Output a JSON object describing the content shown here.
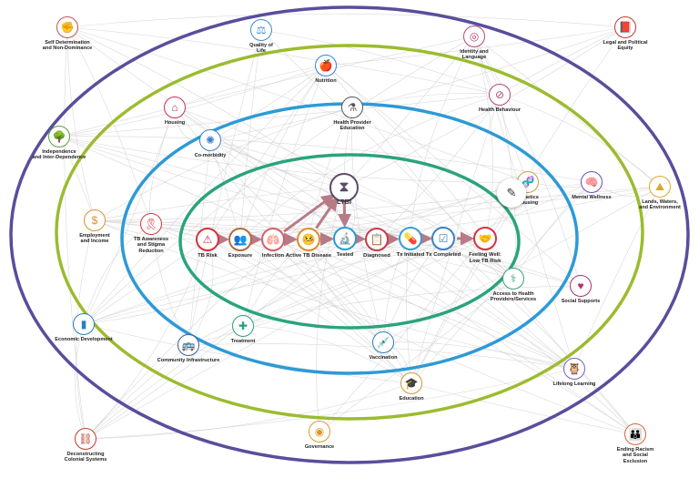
{
  "colors": {
    "outer_ring": "#5a4d9c",
    "second_ring": "#9cbb2f",
    "third_ring": "#2d9ad6",
    "inner_ring": "#2aa37d",
    "pathway_arrow": "#b77a86",
    "mesh_line": "#cfcfcf"
  },
  "central": {
    "label": "LTBI",
    "icon": "hourglass-icon",
    "color": "#5b4b6b"
  },
  "pathway": [
    {
      "id": "tb_risk",
      "label": "TB Risk",
      "icon": "warning-icon",
      "color": "#d9303a"
    },
    {
      "id": "exposure",
      "label": "Exposure",
      "icon": "people-icon",
      "color": "#b26b3a"
    },
    {
      "id": "infection",
      "label": "Infection",
      "icon": "lungs-icon",
      "color": "#d3606a"
    },
    {
      "id": "active_tb",
      "label": "Active TB Disease",
      "icon": "sick-person-icon",
      "color": "#e08a2a"
    },
    {
      "id": "tested",
      "label": "Tested",
      "icon": "microscope-icon",
      "color": "#2a9bd4"
    },
    {
      "id": "diagnosed",
      "label": "Diagnosed",
      "icon": "medical-report-icon",
      "color": "#c63b4a"
    },
    {
      "id": "tx_initiated",
      "label": "Tx Initiated",
      "icon": "pill-hand-icon",
      "color": "#3b9bd0"
    },
    {
      "id": "tx_completed",
      "label": "Tx Completed",
      "icon": "checklist-icon",
      "color": "#3b82c4"
    },
    {
      "id": "feeling_well",
      "label": "Feeling Well:\nLow TB Risk",
      "icon": "handshake-heart-icon",
      "color": "#d9303a"
    }
  ],
  "determinants": [
    {
      "id": "self_determination",
      "label": "Self Determination\nand Non-Dominance",
      "icon": "fist-icon",
      "color": "#c94f4f"
    },
    {
      "id": "quality_of_life",
      "label": "Quality of\nLife",
      "icon": "balance-icon",
      "color": "#3a8fc8"
    },
    {
      "id": "identity_language",
      "label": "Identity and\nLanguage",
      "icon": "fingerprint-icon",
      "color": "#b0487a"
    },
    {
      "id": "legal_political",
      "label": "Legal and Political\nEquity",
      "icon": "book-icon",
      "color": "#c0392b"
    },
    {
      "id": "nutrition",
      "label": "Nutrition",
      "icon": "food-icon",
      "color": "#3a7fc8"
    },
    {
      "id": "housing",
      "label": "Housing",
      "icon": "house-icon",
      "color": "#c0305a"
    },
    {
      "id": "health_provider_education",
      "label": "Health Provider\nEducation",
      "icon": "flask-icon",
      "color": "#555555"
    },
    {
      "id": "health_behaviour",
      "label": "Health Behaviour",
      "icon": "no-smoking-icon",
      "color": "#b0487a"
    },
    {
      "id": "independence",
      "label": "Independence\nand Inter-Dependence",
      "icon": "tree-icon",
      "color": "#5aa040"
    },
    {
      "id": "comorbidity",
      "label": "Co-morbidity",
      "icon": "virus-icon",
      "color": "#3a7fc8"
    },
    {
      "id": "genetics",
      "label": "Genetics\nHousing",
      "icon": "dna-icon",
      "color": "#c9a040"
    },
    {
      "id": "mental_wellness",
      "label": "Mental Wellness",
      "icon": "brain-icon",
      "color": "#6a4fb0"
    },
    {
      "id": "lands_waters",
      "label": "Lands, Waters,\nand Environment",
      "icon": "landscape-icon",
      "color": "#d9a92f"
    },
    {
      "id": "employment_income",
      "label": "Employment\nand Income",
      "icon": "money-hand-icon",
      "color": "#d4942a"
    },
    {
      "id": "tb_awareness",
      "label": "TB Awareness\nand Stigma\nReduction",
      "icon": "ribbon-icon",
      "color": "#d9303a"
    },
    {
      "id": "access_health",
      "label": "Access to Health\nProviders/Services",
      "icon": "caduceus-icon",
      "color": "#3aa07a"
    },
    {
      "id": "social_supports",
      "label": "Social Supports",
      "icon": "support-people-icon",
      "color": "#b0306a"
    },
    {
      "id": "economic_development",
      "label": "Economic Development",
      "icon": "bar-chart-icon",
      "color": "#2a7fc0"
    },
    {
      "id": "treatment",
      "label": "Treatment",
      "icon": "medical-kit-icon",
      "color": "#2aa07a"
    },
    {
      "id": "community_infrastructure",
      "label": "Community Infrastructure",
      "icon": "bus-icon",
      "color": "#3a5f9c"
    },
    {
      "id": "vaccination",
      "label": "Vaccination",
      "icon": "syringe-icon",
      "color": "#2a7fc0"
    },
    {
      "id": "lifelong_learning",
      "label": "Lifelong Learning",
      "icon": "owl-icon",
      "color": "#7a5fb0"
    },
    {
      "id": "education",
      "label": "Education",
      "icon": "student-icon",
      "color": "#c99a3a"
    },
    {
      "id": "deconstructing_colonial",
      "label": "Deconstructing\nColonial Systems",
      "icon": "broken-chain-icon",
      "color": "#c0392b"
    },
    {
      "id": "governance",
      "label": "Governance",
      "icon": "governance-circle-icon",
      "color": "#d99a2a"
    },
    {
      "id": "ending_racism",
      "label": "Ending Racism\nand Social\nExclusion",
      "icon": "diverse-people-icon",
      "color": "#d9603a"
    }
  ],
  "edit_button": {
    "icon": "pencil-icon"
  }
}
